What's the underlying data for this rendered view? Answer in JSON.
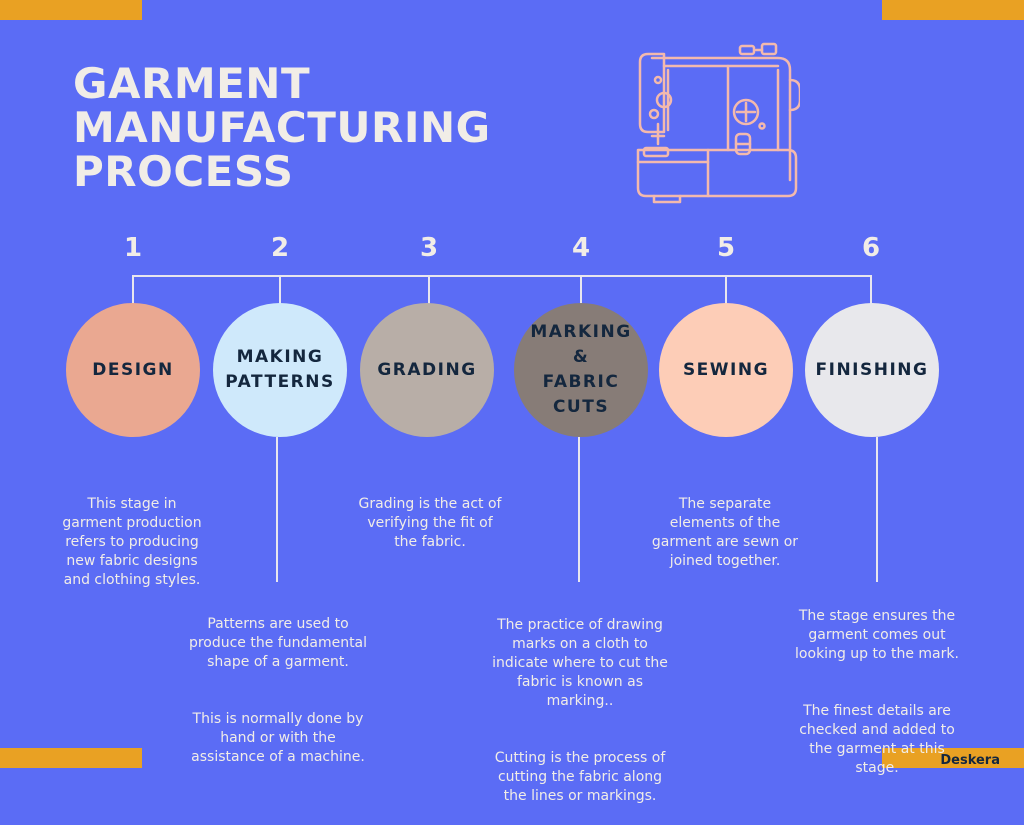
{
  "title": {
    "line1": "GARMENT",
    "line2": "MANUFACTURING",
    "line3": "PROCESS"
  },
  "steps": [
    {
      "number": "1",
      "label": "DESIGN",
      "color": "#eaa891",
      "paragraphs": [
        "This stage in\ngarment production\nrefers to producing\nnew fabric designs\nand clothing styles."
      ]
    },
    {
      "number": "2",
      "label": "MAKING\nPATTERNS",
      "color": "#cfe9fb",
      "paragraphs": [
        "Patterns are used to\nproduce the fundamental\nshape of a garment.",
        "This is normally done by\nhand or with the\nassistance of a machine."
      ]
    },
    {
      "number": "3",
      "label": "GRADING",
      "color": "#b8aea7",
      "paragraphs": [
        "Grading is the act of\nverifying the fit of\nthe fabric."
      ]
    },
    {
      "number": "4",
      "label": "MARKING\n&\nFABRIC\nCUTS",
      "color": "#877c77",
      "paragraphs": [
        "The practice of drawing\nmarks on a cloth to\nindicate where to cut the\nfabric is known as\nmarking..",
        "Cutting is the process of\ncutting the fabric along\nthe lines or markings."
      ]
    },
    {
      "number": "5",
      "label": "SEWING",
      "color": "#fdcdb7",
      "paragraphs": [
        "The separate\nelements of the\ngarment are sewn or\njoined together."
      ]
    },
    {
      "number": "6",
      "label": "FINISHING",
      "color": "#e8e8ec",
      "paragraphs": [
        "The stage ensures the\ngarment comes out\nlooking up to the mark.",
        "The finest details are\nchecked and added to\nthe garment at this\nstage."
      ]
    }
  ],
  "brand": {
    "name": "Deskera"
  },
  "colors": {
    "background": "#5b6cf5",
    "accent": "#e9a123",
    "icon_stroke": "#f3b9ad",
    "text_light": "#f1ede7",
    "text_dark": "#14273e"
  },
  "icons": {
    "illustration": "sewing-machine-icon"
  }
}
